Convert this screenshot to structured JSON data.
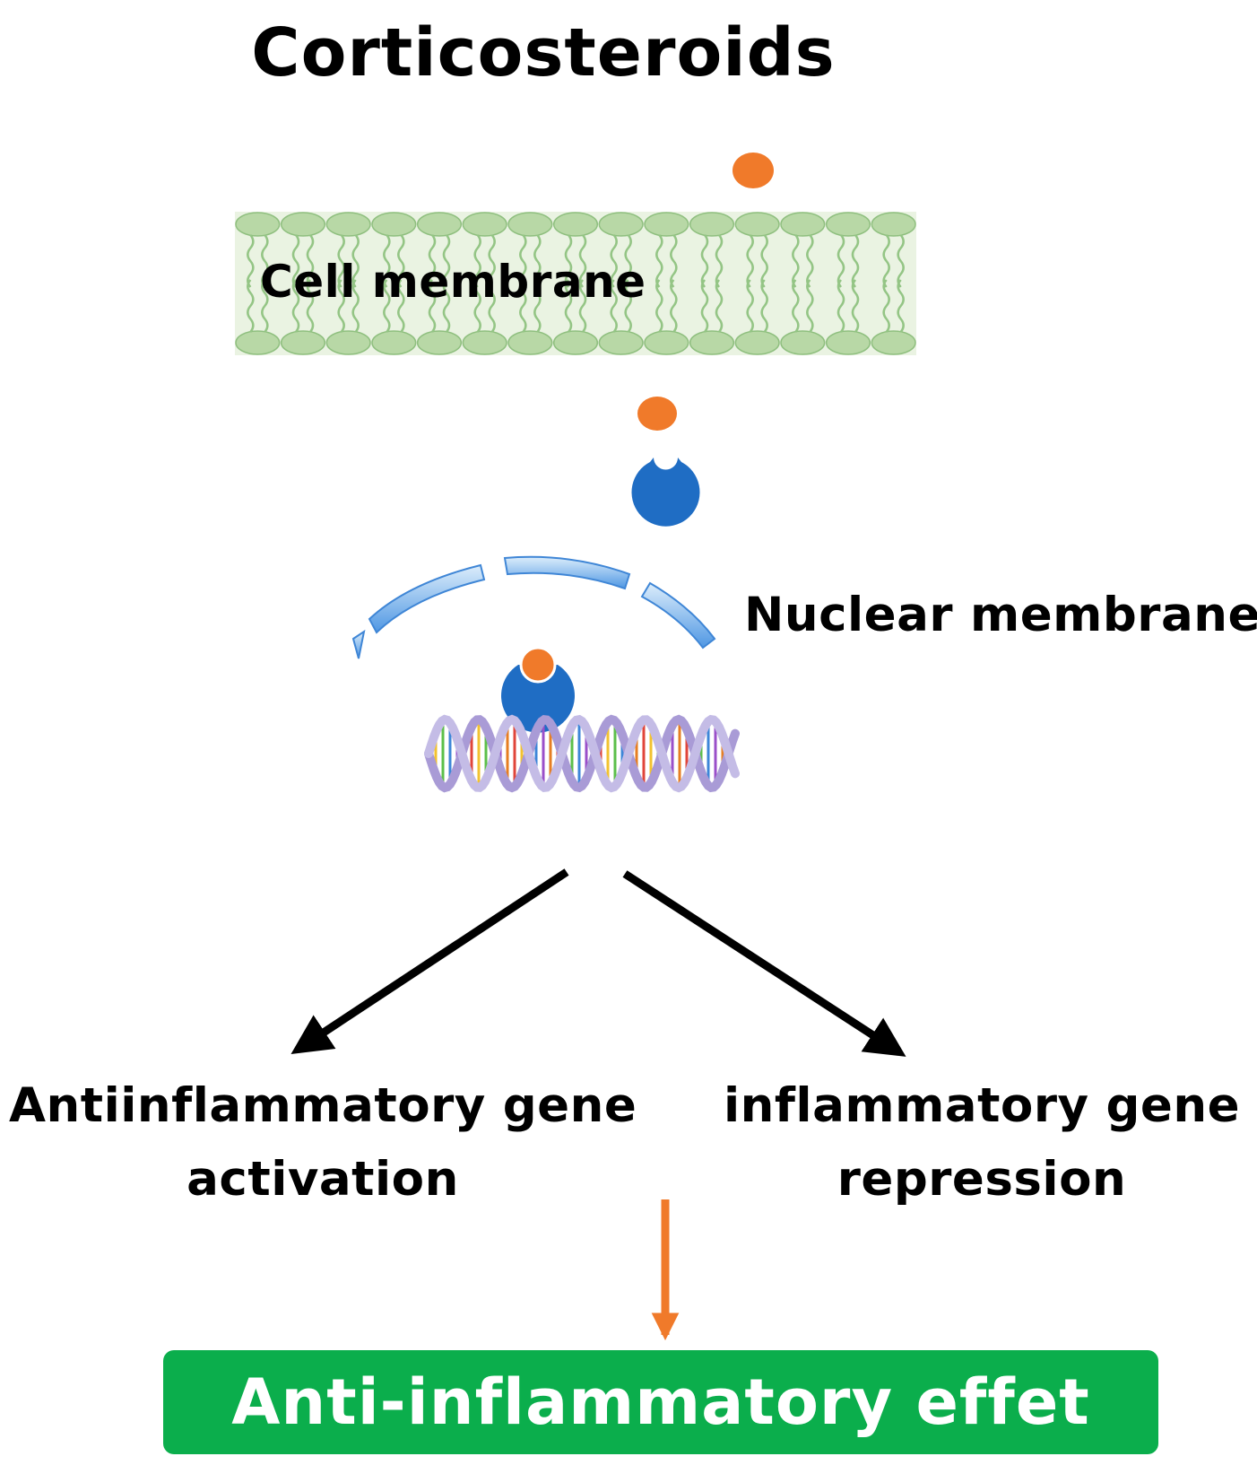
{
  "title": "Corticosteroids",
  "cell_membrane_label": "Cell membrane",
  "nuclear_membrane_label": "Nuclear membrane",
  "gene_activation": {
    "line1": "Antiinflammatory gene",
    "line2": "activation"
  },
  "gene_repression": {
    "line1": "inflammatory gene",
    "line2": "repression"
  },
  "result": "Anti-inflammatory effet",
  "colors": {
    "steroid": "#f07a2a",
    "receptor": "#1f6dc4",
    "membrane": "#cfe4c2",
    "membrane_line": "#8fbf7f",
    "nuclear_membrane": "#5aa0e6",
    "result_box": "#0bae4c",
    "result_arrow": "#f07a2a",
    "arrow": "#000000"
  }
}
